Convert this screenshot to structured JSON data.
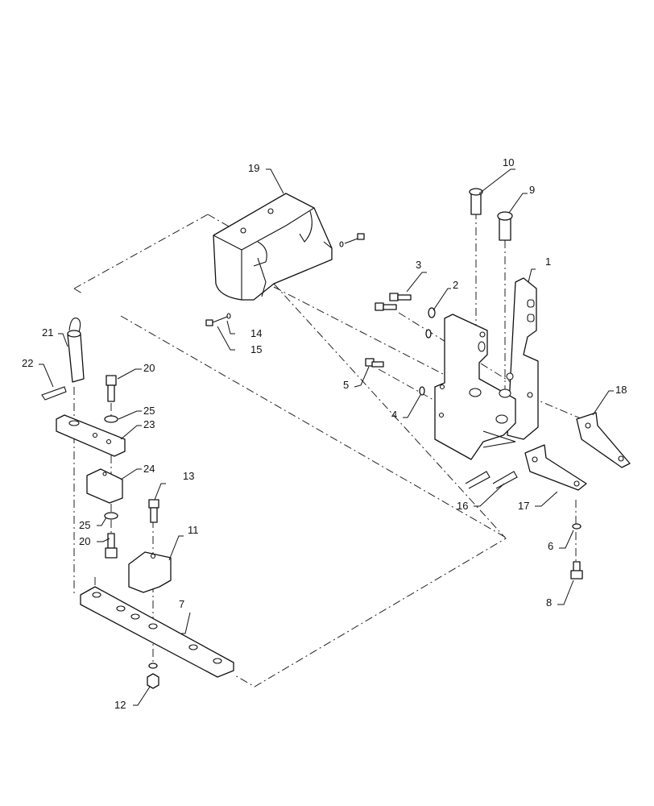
{
  "callouts": [
    {
      "id": "c1",
      "label": "1"
    },
    {
      "id": "c2",
      "label": "2"
    },
    {
      "id": "c3",
      "label": "3"
    },
    {
      "id": "c4",
      "label": "4"
    },
    {
      "id": "c5",
      "label": "5"
    },
    {
      "id": "c6",
      "label": "6"
    },
    {
      "id": "c7",
      "label": "7"
    },
    {
      "id": "c8",
      "label": "8"
    },
    {
      "id": "c9",
      "label": "9"
    },
    {
      "id": "c10",
      "label": "10"
    },
    {
      "id": "c11",
      "label": "11"
    },
    {
      "id": "c12",
      "label": "12"
    },
    {
      "id": "c13",
      "label": "13"
    },
    {
      "id": "c14",
      "label": "14"
    },
    {
      "id": "c15",
      "label": "15"
    },
    {
      "id": "c16",
      "label": "16"
    },
    {
      "id": "c17",
      "label": "17"
    },
    {
      "id": "c18",
      "label": "18"
    },
    {
      "id": "c19",
      "label": "19"
    },
    {
      "id": "c20a",
      "label": "20"
    },
    {
      "id": "c20b",
      "label": "20"
    },
    {
      "id": "c21",
      "label": "21"
    },
    {
      "id": "c22",
      "label": "22"
    },
    {
      "id": "c23",
      "label": "23"
    },
    {
      "id": "c24",
      "label": "24"
    },
    {
      "id": "c25a",
      "label": "25"
    },
    {
      "id": "c25b",
      "label": "25"
    }
  ]
}
